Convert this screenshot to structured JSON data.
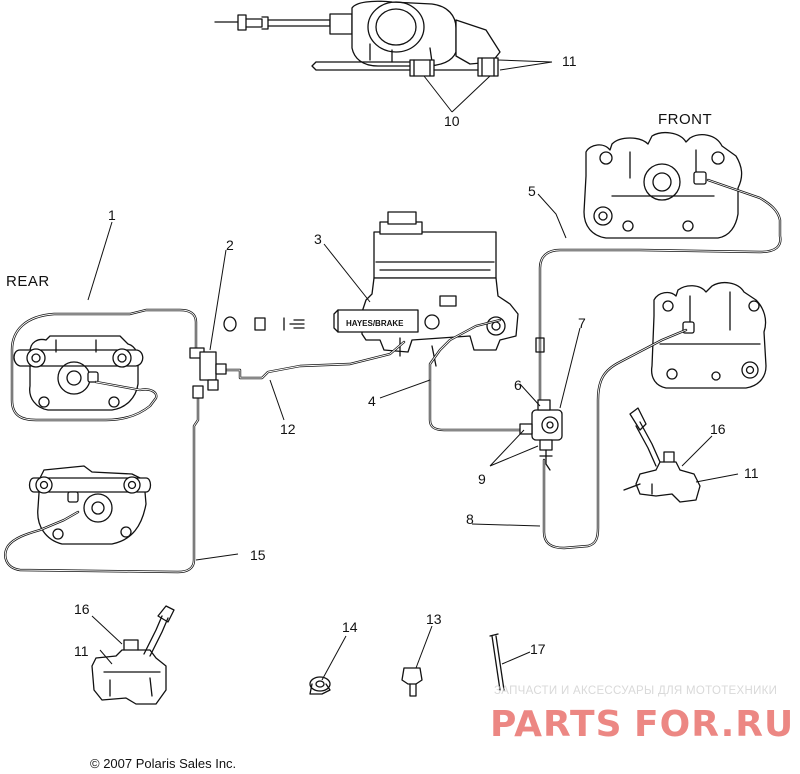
{
  "labels": {
    "rear": "REAR",
    "front": "FRONT"
  },
  "callouts": [
    "1",
    "2",
    "3",
    "4",
    "5",
    "6",
    "7",
    "8",
    "9",
    "10",
    "11",
    "12",
    "13",
    "14",
    "15",
    "16",
    "17",
    "11",
    "11",
    "16"
  ],
  "copyright": "© 2007 Polaris Sales Inc.",
  "master_cylinder_text": "HAYES/BRAKE",
  "watermark": {
    "tagline": "ЗАПЧАСТИ И АКСЕССУАРЫ ДЛЯ МОТОТЕХНИКИ",
    "brand_left": "PARTS",
    "brand_right": "FOR.RU",
    "brand_color": "#e4554f"
  }
}
